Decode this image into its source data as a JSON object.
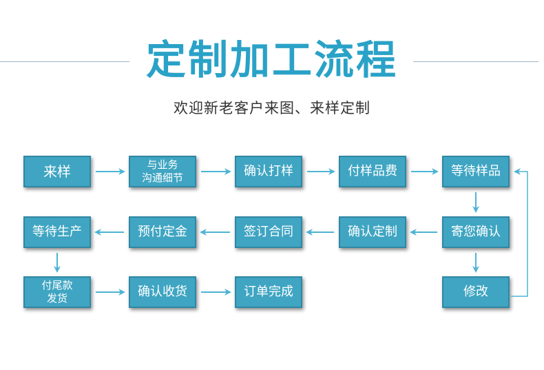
{
  "header": {
    "title": "定制加工流程",
    "subtitle": "欢迎新老客户来图、来样定制"
  },
  "theme": {
    "box_color": "#3fa5c2",
    "arrow_color": "#4db3d4",
    "title_color": "#2aa2c7"
  },
  "steps": {
    "sample": "来样",
    "communicate": "与业务\n沟通细节",
    "confirm_sample": "确认打样",
    "sample_fee": "付样品费",
    "wait_sample": "等待样品",
    "send_confirm": "寄您确认",
    "modify": "修改",
    "confirm_custom": "确认定制",
    "sign_contract": "签订合同",
    "deposit": "预付定金",
    "production": "等待生产",
    "final_payment": "付尾款\n发货",
    "confirm_receipt": "确认收货",
    "order_complete": "订单完成"
  }
}
